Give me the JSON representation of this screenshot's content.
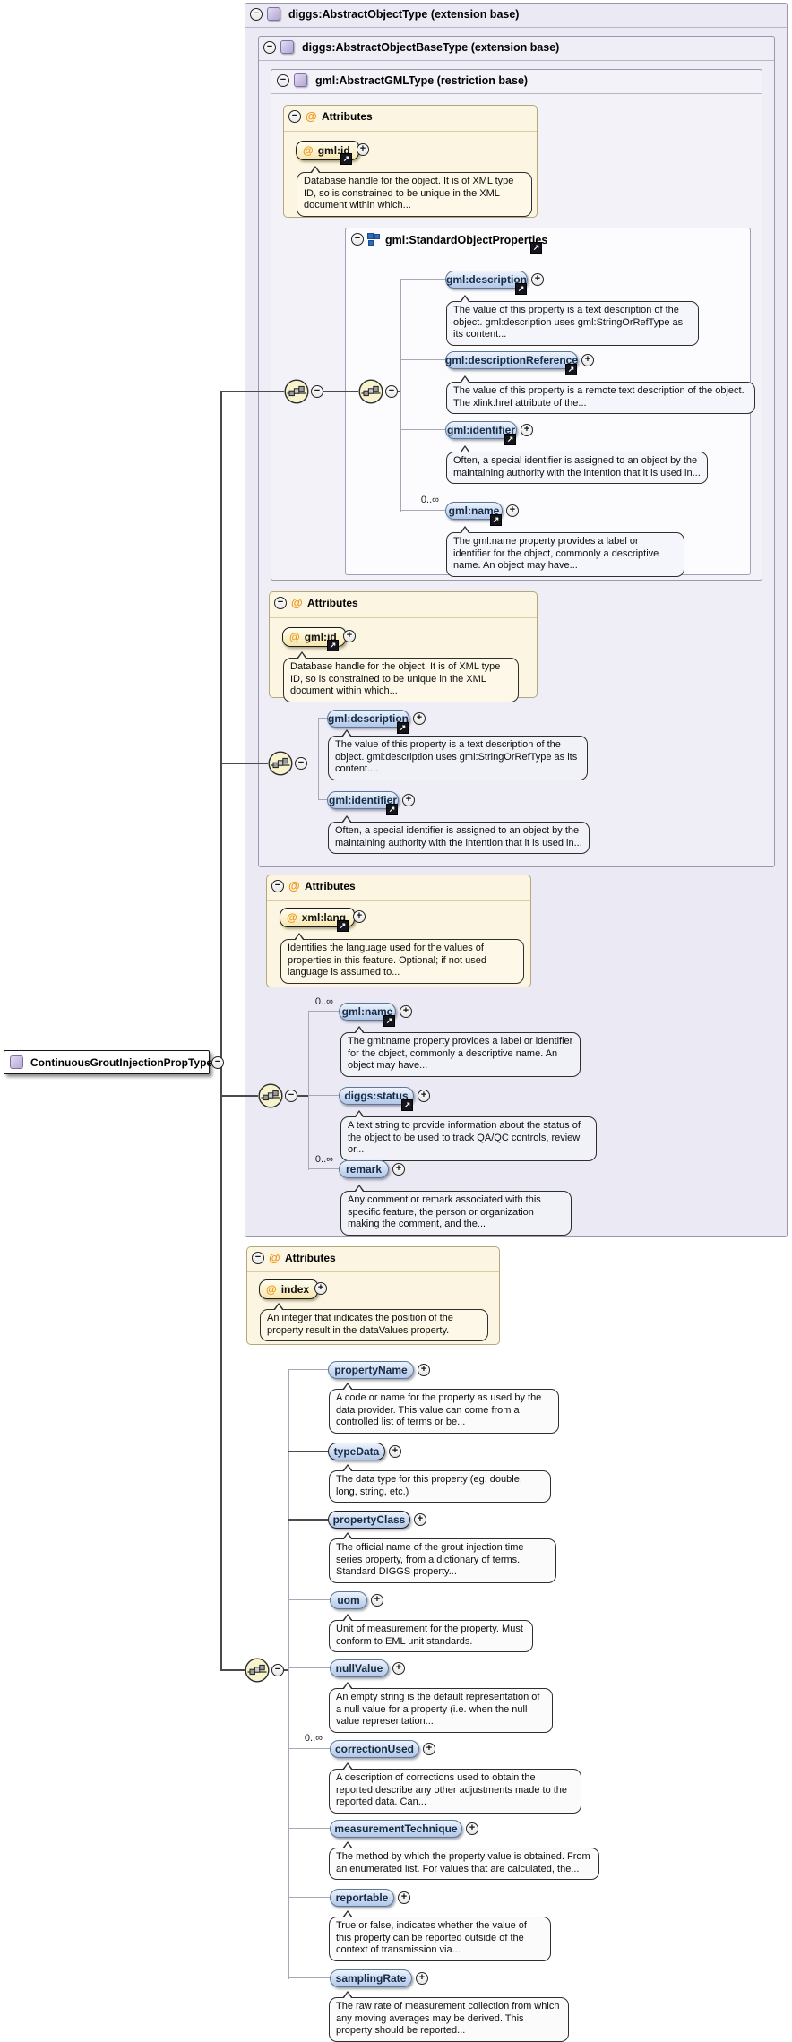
{
  "root": {
    "label": "ContinuousGroutInjectionPropType"
  },
  "ui": {
    "attributes_header": "Attributes",
    "occurs": "0..∞",
    "at_sign": "@",
    "collapse": "−",
    "expand": "+",
    "link_arrow": "↗"
  },
  "boxes": {
    "b1": {
      "title": "diggs:AbstractObjectType (extension base)"
    },
    "b2": {
      "title": "diggs:AbstractObjectBaseType (extension base)"
    },
    "b3": {
      "title": "gml:AbstractGMLType (restriction base)"
    },
    "sop": {
      "title": "gml:StandardObjectProperties"
    }
  },
  "attributes": {
    "gml_id_1": {
      "name": "gml:id",
      "desc": "Database handle for the object. It is of XML type ID, so is constrained to be unique in the XML document within which..."
    },
    "gml_id_2": {
      "name": "gml:id",
      "desc": "Database handle for the object. It is of XML type ID, so is constrained to be unique in the XML document within which..."
    },
    "xml_lang": {
      "name": "xml:lang",
      "desc": "Identifies the language used for the values of properties in this feature. Optional; if not used language is assumed to..."
    },
    "index": {
      "name": "index",
      "desc": "An integer that indicates the position of the property result in the dataValues property."
    }
  },
  "elements": {
    "sop_description": {
      "label": "gml:description",
      "desc": "The value of this property is a text description of the object. gml:description uses gml:StringOrRefType as its content..."
    },
    "sop_description_reference": {
      "label": "gml:descriptionReference",
      "desc": "The value of this property is a remote text description of the object. The xlink:href attribute of the..."
    },
    "sop_identifier": {
      "label": "gml:identifier",
      "desc": "Often, a special identifier is assigned to an object by the maintaining authority with the intention that it is used in..."
    },
    "sop_name": {
      "label": "gml:name",
      "desc": "The gml:name property provides a label or identifier for the object, commonly a descriptive name. An object may have..."
    },
    "base_description": {
      "label": "gml:description",
      "desc": "The value of this property is a text description of the object. gml:description uses gml:StringOrRefType as its content...."
    },
    "base_identifier": {
      "label": "gml:identifier",
      "desc": "Often, a special identifier is assigned to an object by the maintaining authority with the intention that it is used in..."
    },
    "obj_name": {
      "label": "gml:name",
      "desc": "The gml:name property provides a label or identifier for the object, commonly a descriptive name. An object may have..."
    },
    "status": {
      "label": "diggs:status",
      "desc": "A text string to provide information about the status of the object to be used to track QA/QC controls, review or..."
    },
    "remark": {
      "label": "remark",
      "desc": "Any comment or remark associated with this specific feature, the person or organization making the comment, and the..."
    },
    "property_name": {
      "label": "propertyName",
      "desc": "A code or name for the property as used by the data provider. This value can come from a controlled list of terms or be..."
    },
    "type_data": {
      "label": "typeData",
      "desc": "The data type for this property (eg. double, long, string, etc.)"
    },
    "property_class": {
      "label": "propertyClass",
      "desc": "The official name of the grout injection time series property, from a dictionary of terms. Standard DIGGS property..."
    },
    "uom": {
      "label": "uom",
      "desc": "Unit of measurement for the property. Must conform to EML unit standards."
    },
    "null_value": {
      "label": "nullValue",
      "desc": "An empty string is the default representation of a null value for a property (i.e. when the null value representation..."
    },
    "correction_used": {
      "label": "correctionUsed",
      "desc": "A description of corrections used to obtain the reported describe any other adjustments made to the reported data. Can..."
    },
    "measurement_technique": {
      "label": "measurementTechnique",
      "desc": "The method by which the property value is obtained. From an enumerated list. For values that are calculated, the..."
    },
    "reportable": {
      "label": "reportable",
      "desc": "True or false, indicates whether the value of this property can be reported outside of the context of transmission via..."
    },
    "sampling_rate": {
      "label": "samplingRate",
      "desc": "The raw rate of measurement collection from which any moving averages may be derived. This property should be reported..."
    }
  }
}
